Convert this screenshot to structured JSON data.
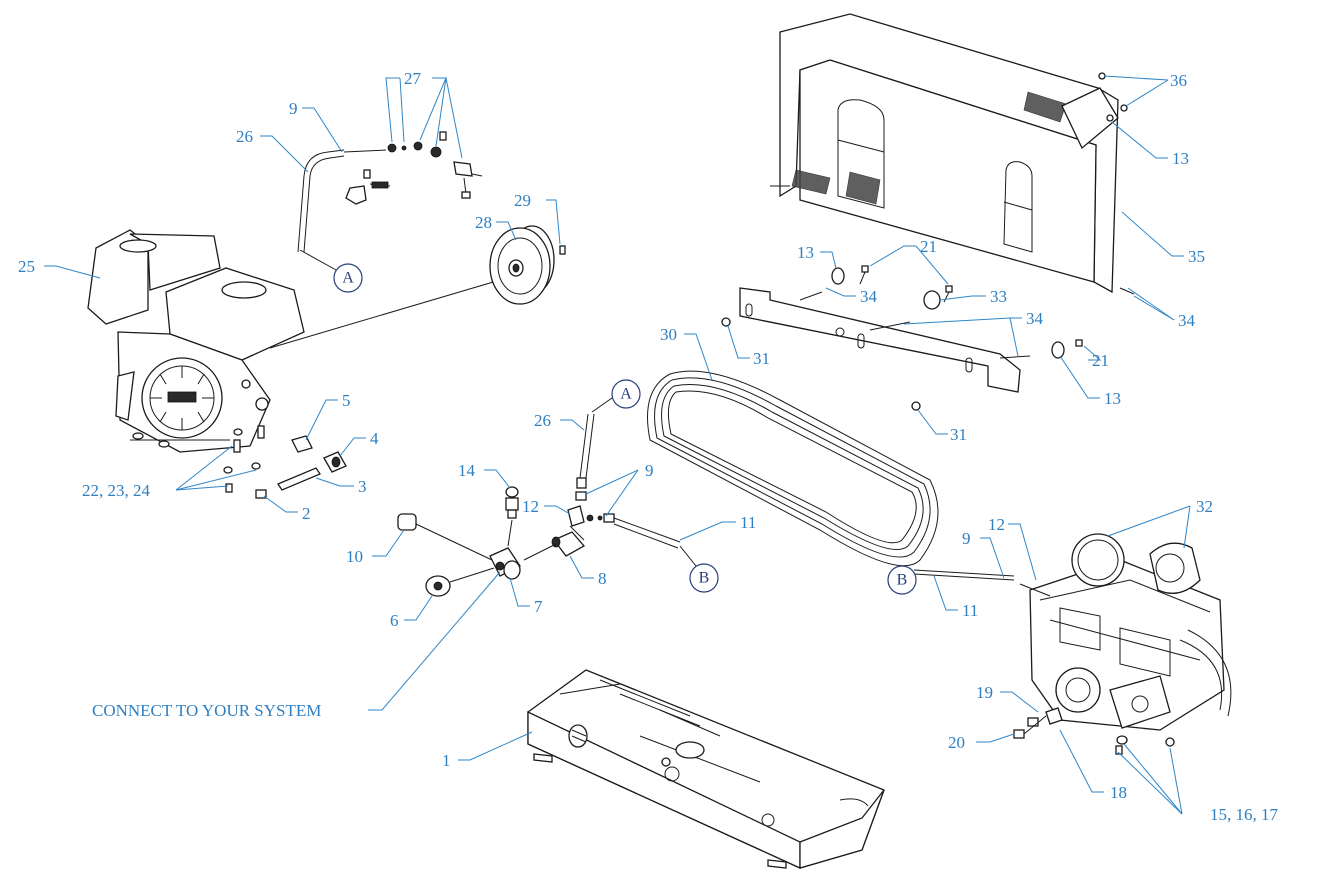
{
  "callouts": {
    "c1": "1",
    "c2": "2",
    "c3": "3",
    "c4": "4",
    "c5": "5",
    "c6": "6",
    "c7": "7",
    "c8": "8",
    "c9a": "9",
    "c9b": "9",
    "c9c": "9",
    "c10": "10",
    "c11a": "11",
    "c11b": "11",
    "c12a": "12",
    "c12b": "12",
    "c13a": "13",
    "c13b": "13",
    "c13c": "13",
    "c14": "14",
    "c15": "15, 16, 17",
    "c18": "18",
    "c19": "19",
    "c20": "20",
    "c21a": "21",
    "c21b": "21",
    "c22": "22, 23, 24",
    "c25": "25",
    "c26a": "26",
    "c26b": "26",
    "c27": "27",
    "c28": "28",
    "c29": "29",
    "c30": "30",
    "c31a": "31",
    "c31b": "31",
    "c32": "32",
    "c33": "33",
    "c34a": "34",
    "c34b": "34",
    "c34c": "34",
    "c35": "35",
    "c36": "36"
  },
  "connectors": {
    "a_top": "A",
    "a_mid": "A",
    "b_mid": "B",
    "b_right": "B"
  },
  "note": "CONNECT TO YOUR SYSTEM",
  "colors": {
    "callout": "#2e7fc2",
    "connector": "#2a3f7c",
    "line": "#1b1b1b"
  }
}
